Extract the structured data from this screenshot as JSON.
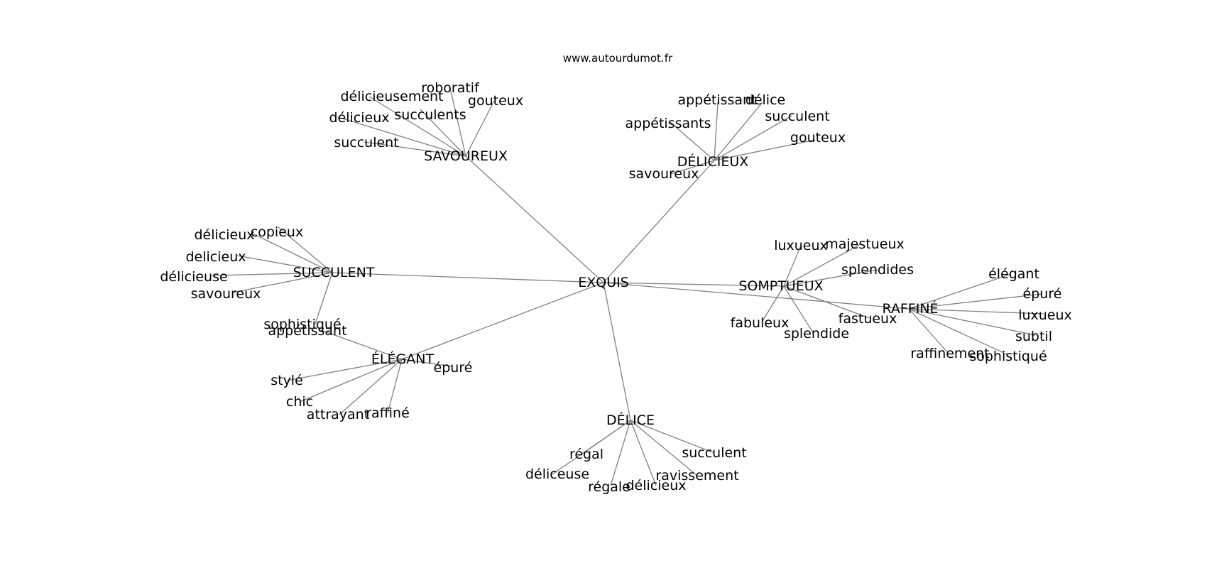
{
  "site": "www.autourdumot.fr",
  "center": "EXQUIS",
  "hubs": [
    {
      "id": "savoureux",
      "label": "SAVOUREUX",
      "leaves": [
        "roboratif",
        "délicieusement",
        "gouteux",
        "délicieux",
        "succulents",
        "succulent"
      ]
    },
    {
      "id": "delicieux",
      "label": "DÉLICIEUX",
      "leaves": [
        "appétissant",
        "délice",
        "succulent",
        "appétissants",
        "gouteux",
        "savoureux"
      ]
    },
    {
      "id": "succulent",
      "label": "SUCCULENT",
      "leaves": [
        "délicieux",
        "copieux",
        "delicieux",
        "délicieuse",
        "savoureux",
        "sophistiqué"
      ]
    },
    {
      "id": "somptueux",
      "label": "SOMPTUEUX",
      "leaves": [
        "luxueux",
        "majestueux",
        "splendides",
        "fabuleux",
        "splendide",
        "fastueux"
      ]
    },
    {
      "id": "raffine",
      "label": "RAFFINÉ",
      "leaves": [
        "élégant",
        "épuré",
        "luxueux",
        "subtil",
        "raffinement",
        "sophistiqué"
      ]
    },
    {
      "id": "elegant",
      "label": "ÉLÉGANT",
      "leaves": [
        "appétissant",
        "épuré",
        "stylé",
        "chic",
        "attrayant",
        "raffiné"
      ]
    },
    {
      "id": "delice",
      "label": "DÉLICE",
      "leaves": [
        "régal",
        "succulent",
        "déliceuse",
        "ravissement",
        "régale",
        "délicieux"
      ]
    }
  ]
}
